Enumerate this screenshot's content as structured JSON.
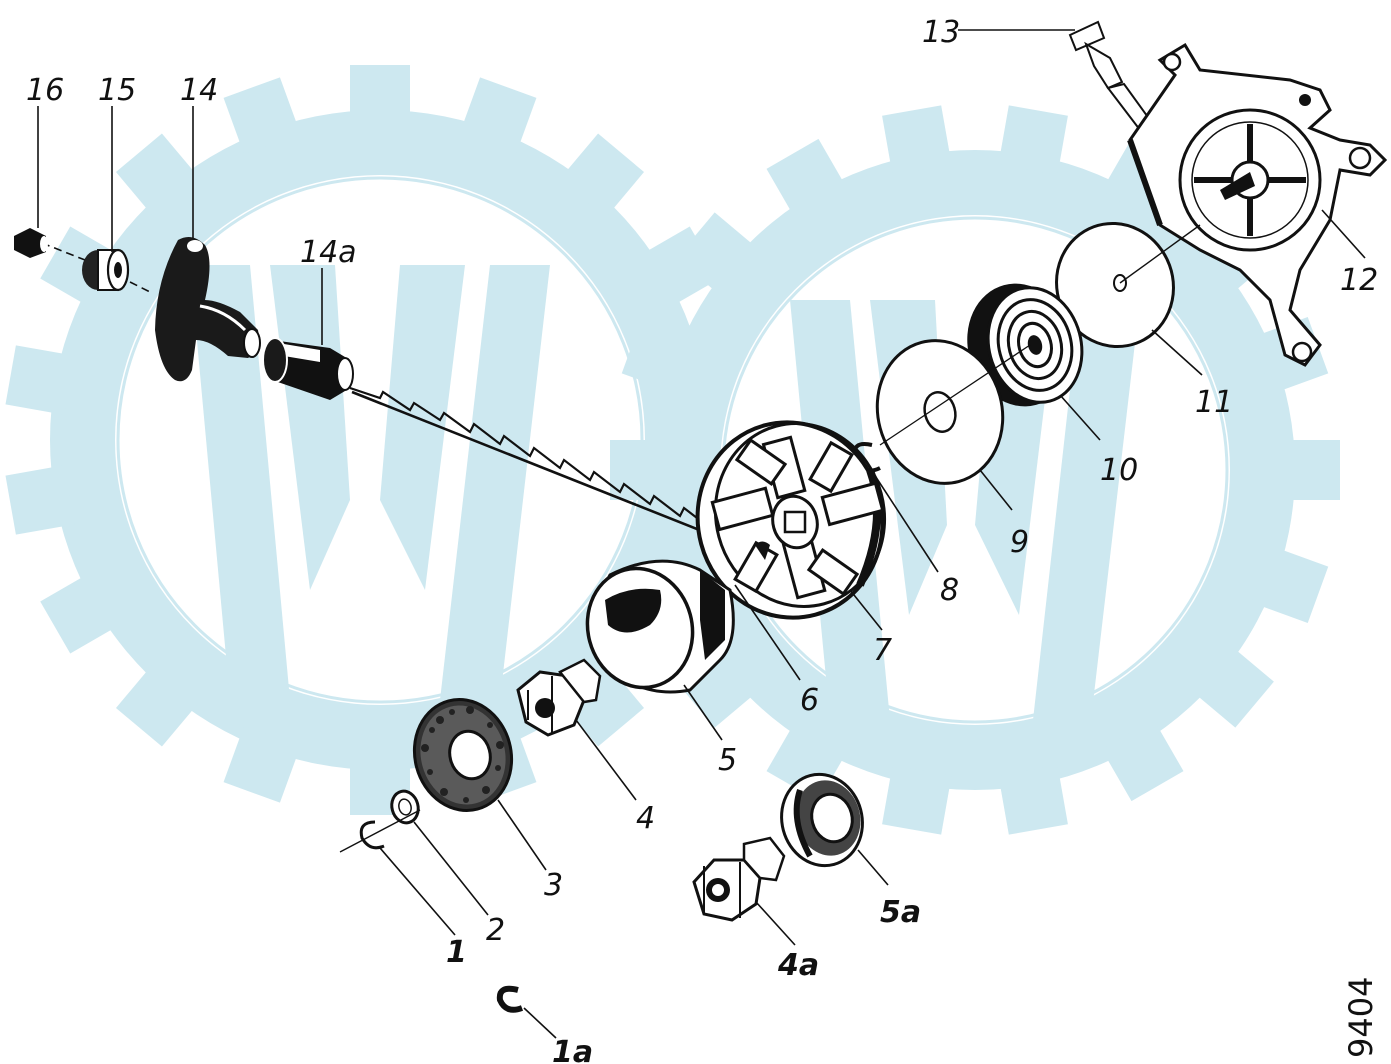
{
  "figure": {
    "number": "9404",
    "watermark_color": "#cde8f0",
    "ink_color": "#111111"
  },
  "callouts": [
    {
      "id": "16",
      "label": "16"
    },
    {
      "id": "15",
      "label": "15"
    },
    {
      "id": "14",
      "label": "14"
    },
    {
      "id": "14a",
      "label": "14a"
    },
    {
      "id": "13",
      "label": "13"
    },
    {
      "id": "12",
      "label": "12"
    },
    {
      "id": "11",
      "label": "11"
    },
    {
      "id": "10",
      "label": "10"
    },
    {
      "id": "9",
      "label": "9"
    },
    {
      "id": "8",
      "label": "8"
    },
    {
      "id": "7",
      "label": "7"
    },
    {
      "id": "6",
      "label": "6"
    },
    {
      "id": "5",
      "label": "5"
    },
    {
      "id": "5a",
      "label": "5a"
    },
    {
      "id": "4",
      "label": "4"
    },
    {
      "id": "4a",
      "label": "4a"
    },
    {
      "id": "3",
      "label": "3"
    },
    {
      "id": "2",
      "label": "2"
    },
    {
      "id": "1",
      "label": "1"
    },
    {
      "id": "1a",
      "label": "1a"
    }
  ]
}
